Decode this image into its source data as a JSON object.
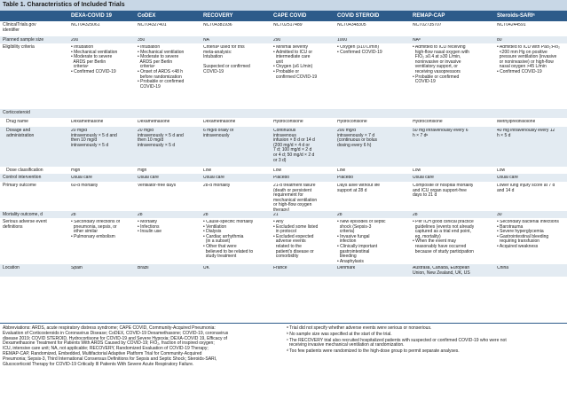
{
  "title": "Table 1. Characteristics of Included Trials",
  "columns": [
    "",
    "DEXA-COVID 19",
    "CoDEX",
    "RECOVERY",
    "CAPE COVID",
    "COVID STEROID",
    "REMAP-CAP",
    "Steroids-SARIᵃ"
  ],
  "rows": [
    {
      "label": "ClinicalTrials.gov\nidentifier",
      "shade": false,
      "cells": [
        "NCT04325061",
        "NCT04327401",
        "NCT04381936",
        "NCT02517489",
        "NCT04348305",
        "NCT02735707",
        "NCT04244591"
      ]
    },
    {
      "label": "Planned sample size",
      "shade": true,
      "cells": [
        "200",
        "350",
        "NA",
        "290",
        "1000",
        "NAᵇ",
        "80"
      ]
    },
    {
      "label": "Eligibility criteria",
      "shade": false,
      "cells": [
        "• Intubation\n• Mechanical ventilation\n• Moderate to severe\n  ARDS per Berlin\n  criteriaᶜ\n• Confirmed COVID-19",
        "• Intubation\n• Mechanical ventilation\n• Moderate to severe\n  ARDS per Berlin\n  criteriaᶜ\n• Onset of ARDS <48 h\n  before randomization\n• Probable or confirmed\n  COVID-19",
        "Criteriaᵈ used for this\nmeta-analysis:\nIntubation\n\nSuspected or confirmed\nCOVID-19",
        "• Minimal severity\n• Admitted to ICU or\n  intermediate care\n  unit\n• Oxygen (≥6 L/min)\n• Probable or\n  confirmed COVID-19",
        "• Oxygen (≥10 L/min)\n• Confirmed COVID-19",
        "• Admitted to ICU receiving\n  high-flow nasal oxygen with\n  FIO₂ ≥0.4 at ≥30 L/min,\n  noninvasive or invasive\n  ventilatory support, or\n  receiving vasopressors\n• Probable or confirmed\n  COVID-19",
        "• Admitted to ICU with Pao₂:Fio₂\n  <200 mm Hg on positive\n  pressure ventilation (invasive\n  or noninvasive) or high-flow\n  nasal oxygen >45 L/min\n• Confirmed COVID-19"
      ]
    },
    {
      "label": "Corticosteroid",
      "shade": true,
      "cells": [
        "",
        "",
        "",
        "",
        "",
        "",
        ""
      ]
    },
    {
      "label": "   Drug name",
      "shade": false,
      "cells": [
        "Dexamethasone",
        "Dexamethasone",
        "Dexamethasone",
        "Hydrocortisone",
        "Hydrocortisone",
        "Hydrocortisone",
        "Methylprednisolone"
      ]
    },
    {
      "label": "   Dosage and\n   administration",
      "shade": true,
      "cells": [
        "20 mg/d\nintravenously × 5 d and\nthen 10 mg/d\nintravenously × 5 d",
        "20 mg/d\nintravenously × 5 d and\nthen 10 mg/d\nintravenously × 5 d",
        "6 mg/d orally or\nintravenously",
        "Continuous\nintravenous\ninfusion × 8 d or 14 d\n(200 mg/d × 4 d or\n7 d; 100 mg/d × 2 d\nor 4 d; 50 mg/d × 2 d\nor 3 d)",
        "200 mg/d\nintravenously × 7 d\n(continuous or bolus\ndosing every 6 h)",
        "50 mg intravenously every 6\nh × 7 dᵉ",
        "40 mg intravenously every 12\nh × 5 d"
      ]
    },
    {
      "label": "   Dose classification",
      "shade": false,
      "cells": [
        "High",
        "High",
        "Low",
        "Low",
        "Low",
        "Low",
        "Low"
      ]
    },
    {
      "label": "Control intervention",
      "shade": true,
      "cells": [
        "Usual care",
        "Usual care",
        "Usual care",
        "Placebo",
        "Placebo",
        "Usual care",
        "Usual care"
      ]
    },
    {
      "label": "Primary outcome",
      "shade": false,
      "cells": [
        "60-d mortality",
        "Ventilator-free days",
        "28-d mortality",
        "21-d treatment failure\n(death or persistent\nrequirement for\nmechanical ventilation\nor high-flow oxygen\ntherapy)",
        "Days alive without life\nsupport at 28 d",
        "Composite of hospital mortality\nand ICU organ support-free\ndays to 21 d",
        "Lower lung injury score at 7 d\nand 14 d"
      ]
    },
    {
      "label": "Mortality outcome, d",
      "shade": true,
      "cells": [
        "28",
        "28",
        "28",
        "21",
        "28",
        "28",
        "30"
      ]
    },
    {
      "label": "Serious adverse event\ndefinitions",
      "shade": false,
      "cells": [
        "• Secondary infections of\n  pneumonia, sepsis, or\n  other similar\n• Pulmonary embolism",
        "• Mortality\n• Infections\n• Insulin use",
        "• Cause-specific mortality\n• Ventilation\n• Dialysis\n• Cardiac arrhythmia\n  (in a subset)\n• Other that were\n  believed to be related to\n  study treatment",
        "• Any\n• Excluded some listed\n  in protocol\n• Excluded expected\n  adverse events\n  related to the\n  patient's disease or\n  comorbidity",
        "• New episodes of septic\n  shock (Sepsis-3\n  criteria)\n• Invasive fungal\n  infection\n• Clinically important\n  gastrointestinal\n  bleeding\n• Anaphylaxis",
        "• Per ICH good clinical practice\n  guidelines (events not already\n  captured as a trial end point,\n  eg, mortality)\n• When the event may\n  reasonably have occurred\n  because of study participation",
        "• Secondary bacterial infections\n• Barotrauma\n• Severe hyperglycemia\n• Gastrointestinal bleeding\n  requiring transfusion\n• Acquired weakness"
      ]
    },
    {
      "label": "Location",
      "shade": true,
      "cells": [
        "Spain",
        "Brazil",
        "UK",
        "France",
        "Denmark",
        "Australia, Canada, European\nUnion, New Zealand, UK, US",
        "China"
      ]
    }
  ],
  "abbreviations": "Abbreviations: ARDS, acute respiratory distress syndrome; CAPE COVID, Community-Acquired Pneumonia:\nEvaluation of Corticosteroids in Coronavirus Disease; CoDEX, COVID-19 Dexamethasone; COVID-19, coronavirus\ndisease 2019; COVID STEROID, Hydrocortisone for COVID-19 and Severe Hypoxia; DEXA-COVID 19, Efficacy of\nDexamethasone Treatment for Patients With ARDS Caused by COVID-19; FIO₂, fraction of inspired oxygen;\nICU, intensive care unit; NA, not applicable; RECOVERY, Randomized Evaluation of COVID-19 Therapy;\nREMAP-CAP, Randomized, Embedded, Multifactorial Adaptive Platform Trial for Community-Acquired\nPneumonia; Sepsis-3, Third International Consensus Definitions for Sepsis and Septic Shock; Steroids-SARI,\nGlucocorticoid Therapy for COVID-19 Critically Ill Patients With Severe Acute Respiratory Failure.",
  "footnotes": [
    "ᵃ Trial did not specify whether adverse events were serious or nonserious.",
    "ᵇ No sample size was specified at the start of the trial.",
    "ᶜ The RECOVERY trial also recruited hospitalized patients with suspected or confirmed COVID-19 who were not\n  receiving invasive mechanical ventilation at randomization.",
    "ᵈ Too few patients were randomized to the high-dose group to permit separate analyses."
  ]
}
